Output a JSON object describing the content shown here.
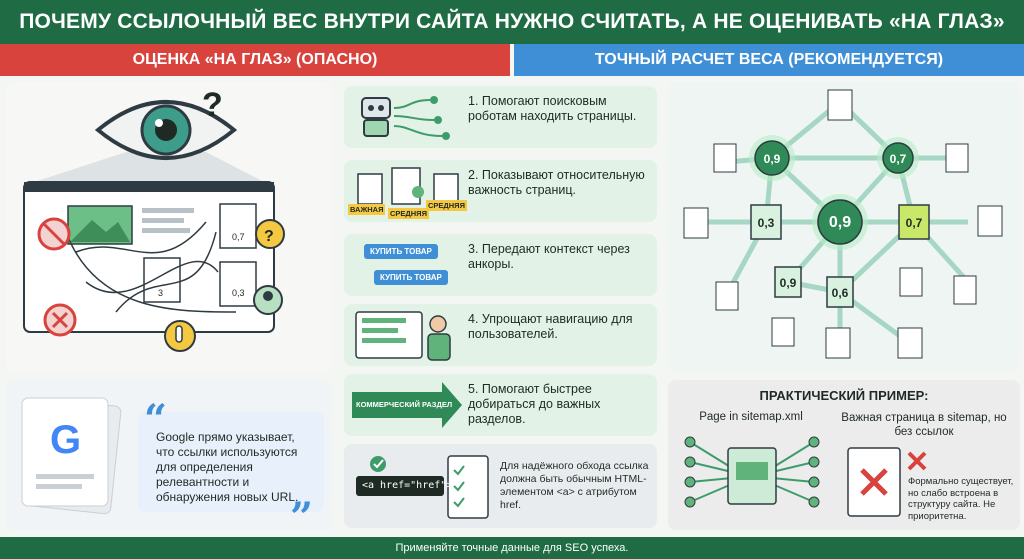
{
  "title": "ПОЧЕМУ ССЫЛОЧНЫЙ ВЕС ВНУТРИ САЙТА НУЖНО СЧИТАТЬ, А НЕ ОЦЕНИВАТЬ «НА ГЛАЗ»",
  "left_header": "ОЦЕНКА «НА ГЛАЗ» (ОПАСНО)",
  "right_header": "ТОЧНЫЙ РАСЧЕТ ВЕСА (РЕКОМЕНДУЕТСЯ)",
  "eye_diagram": {
    "question_mark": "?",
    "page_labels": [
      "0,7",
      "3",
      "0,3"
    ]
  },
  "steps": [
    {
      "text": "1. Помогают поисковым роботам находить страницы."
    },
    {
      "text": "2. Показывают относительную важность страниц.",
      "labels": [
        "ВАЖНАЯ",
        "СРЕДНЯЯ",
        "СРЕДНЯЯ"
      ]
    },
    {
      "text": "3. Передают контекст через анкоры.",
      "buttons": [
        "КУПИТЬ ТОВАР",
        "КУПИТЬ ТОВАР"
      ]
    },
    {
      "text": "4. Упрощают навигацию для пользователей."
    },
    {
      "text": "5. Помогают быстрее добираться до важных разделов.",
      "arrow_label": "КОММЕРЧЕСКИЙ РАЗДЕЛ"
    }
  ],
  "step6": {
    "code": "<a href=\"href\">",
    "text": "Для надёжного обхода ссылка должна быть обычным HTML-элементом <a> с атрибутом href."
  },
  "google": {
    "letter": "G",
    "quote": "Google прямо указывает, что ссылки используются для определения релевантности и обнаружения новых URL.",
    "quote_open": "“",
    "quote_close": "”"
  },
  "graph": {
    "nodes": [
      "0,9",
      "0,7",
      "0,3",
      "0,9",
      "0,7",
      "0,9",
      "0,6"
    ]
  },
  "example": {
    "title": "ПРАКТИЧЕСКИЙ ПРИМЕР:",
    "left_label": "Page in sitemap.xml",
    "right_label": "Важная страница в sitemap, но без ссылок",
    "note": "Формально существует, но слабо встроена в структуру сайта. Не приоритетна."
  },
  "footer": "Применяйте точные данные для SEO успеха.",
  "colors": {
    "green": "#1e6b44",
    "red": "#d8433d",
    "blue": "#3f8fd6",
    "light_green": "#e3f2e7"
  }
}
